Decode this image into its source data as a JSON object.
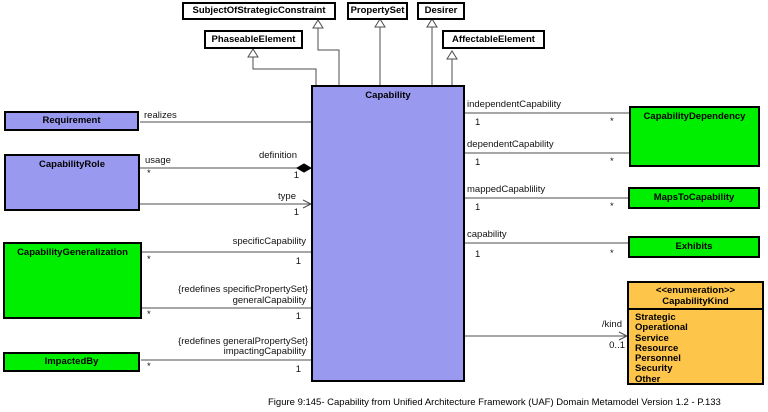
{
  "diagram": {
    "caption": "Figure 9:145- Capability from Unified Architecture Framework (UAF) Domain Metamodel Version 1.2 - P.133"
  },
  "colors": {
    "class_purple": "#9a99f0",
    "class_green": "#00ee00",
    "enum_orange": "#fdc54a",
    "class_white": "#ffffff",
    "line_gray": "#4d4d4d",
    "border_black": "#000000"
  },
  "classes": {
    "subject_of_strategic_constraint": {
      "label": "SubjectOfStrategicConstraint"
    },
    "phaseable_element": {
      "label": "PhaseableElement"
    },
    "property_set": {
      "label": "PropertySet"
    },
    "desirer": {
      "label": "Desirer"
    },
    "affectable_element": {
      "label": "AffectableElement"
    },
    "capability": {
      "label": "Capability"
    },
    "requirement": {
      "label": "Requirement"
    },
    "capability_role": {
      "label": "CapabilityRole"
    },
    "capability_generalization": {
      "label": "CapabilityGeneralization"
    },
    "impacted_by": {
      "label": "ImpactedBy"
    },
    "capability_dependency": {
      "label": "CapabilityDependency"
    },
    "maps_to_capability": {
      "label": "MapsToCapability"
    },
    "exhibits": {
      "label": "Exhibits"
    }
  },
  "enumeration": {
    "stereotype": "<<enumeration>>",
    "name": "CapabilityKind",
    "literals": [
      "Strategic",
      "Operational",
      "Service",
      "Resource",
      "Personnel",
      "Security",
      "Other"
    ]
  },
  "edges": {
    "realizes": {
      "label": "realizes"
    },
    "usage": {
      "label": "usage",
      "mult": "*"
    },
    "definition": {
      "label": "definition",
      "mult": "1"
    },
    "type": {
      "label": "type",
      "mult": "1"
    },
    "specific_capability": {
      "label": "specificCapability",
      "mult_src": "*",
      "mult_tgt": "1"
    },
    "general_capability": {
      "constraint": "{redefines specificPropertySet}",
      "label": "generalCapability",
      "mult_src": "*",
      "mult_tgt": "1"
    },
    "impacting_capability": {
      "constraint": "{redefines generalPropertySet}",
      "label": "impactingCapability",
      "mult_src": "*",
      "mult_tgt": "1"
    },
    "independent_capability": {
      "label": "independentCapability",
      "mult_src": "1",
      "mult_tgt": "*"
    },
    "dependent_capability": {
      "label": "dependentCapability",
      "mult_src": "1",
      "mult_tgt": "*"
    },
    "mapped_capability": {
      "label": "mappedCapablility",
      "mult_src": "1",
      "mult_tgt": "*"
    },
    "capability_exhibits": {
      "label": "capability",
      "mult_src": "1",
      "mult_tgt": "*"
    },
    "kind": {
      "label": "/kind",
      "mult": "0..1"
    }
  }
}
